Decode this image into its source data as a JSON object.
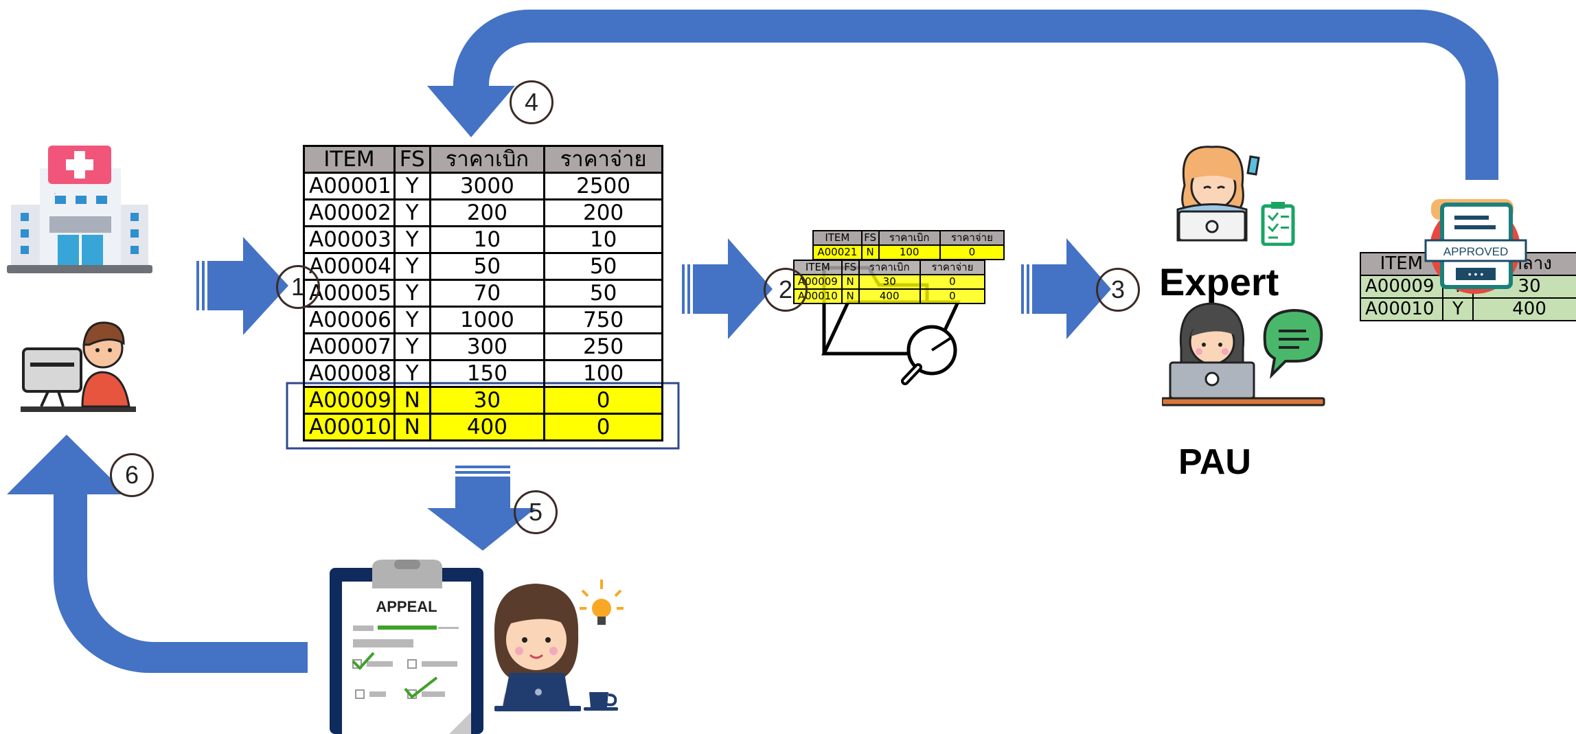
{
  "steps": [
    "1",
    "2",
    "3",
    "4",
    "5",
    "6"
  ],
  "main_table": {
    "headers": [
      "ITEM",
      "FS",
      "ราคาเบิก",
      "ราคาจ่าย"
    ],
    "rows": [
      [
        "A00001",
        "Y",
        "3000",
        "2500"
      ],
      [
        "A00002",
        "Y",
        "200",
        "200"
      ],
      [
        "A00003",
        "Y",
        "10",
        "10"
      ],
      [
        "A00004",
        "Y",
        "50",
        "50"
      ],
      [
        "A00005",
        "Y",
        "70",
        "50"
      ],
      [
        "A00006",
        "Y",
        "1000",
        "750"
      ],
      [
        "A00007",
        "Y",
        "300",
        "250"
      ],
      [
        "A00008",
        "Y",
        "150",
        "100"
      ],
      [
        "A00009",
        "N",
        "30",
        "0"
      ],
      [
        "A00010",
        "N",
        "400",
        "0"
      ]
    ]
  },
  "mini_table_back": {
    "headers": [
      "ITEM",
      "FS",
      "ราคาเบิก",
      "ราคาจ่าย"
    ],
    "rows": [
      [
        "A00021",
        "N",
        "100",
        "0"
      ]
    ]
  },
  "mini_table_front": {
    "headers": [
      "ITEM",
      "FS",
      "ราคาเบิก",
      "ราคาจ่าย"
    ],
    "rows": [
      [
        "A00009",
        "N",
        "30",
        "0"
      ],
      [
        "A00010",
        "N",
        "400",
        "0"
      ]
    ]
  },
  "approved_table": {
    "headers": [
      "ITEM",
      "",
      "กลาง"
    ],
    "rows": [
      [
        "A00009",
        "Y",
        "30"
      ],
      [
        "A00010",
        "Y",
        "400"
      ]
    ]
  },
  "labels": {
    "expert": "Expert",
    "pau": "PAU",
    "appeal": "APPEAL",
    "approved": "APPROVED"
  },
  "colors": {
    "arrow": "#4472c4",
    "highlight": "#ffff00",
    "approved_row": "#c6e0b4",
    "header_gray": "#aca6a6"
  },
  "icons": [
    "hospital-icon",
    "clerk-at-computer-icon",
    "folder-search-icon",
    "expert-woman-icon",
    "checklist-icon",
    "pau-worker-icon",
    "speech-bubble-icon",
    "approved-stamp-icon",
    "appeal-clipboard-icon",
    "thinking-woman-icon",
    "lightbulb-icon",
    "coffee-cup-icon"
  ]
}
